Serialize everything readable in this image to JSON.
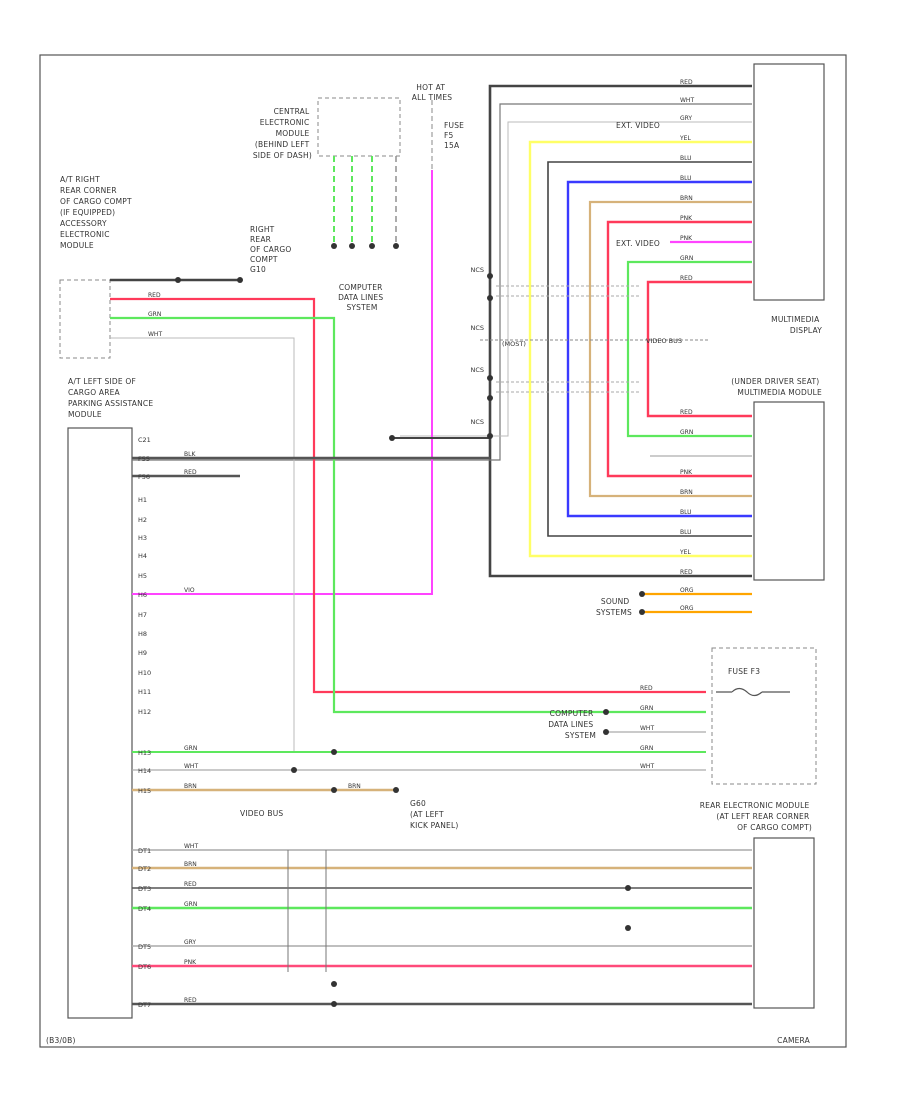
{
  "frame": {
    "footer_left": "(B3/0B)",
    "footer_right": "CAMERA"
  },
  "modules": {
    "accessory_module": [
      "A/T RIGHT",
      "REAR CORNER",
      "OF CARGO COMPT",
      "(IF EQUIPPED)",
      "ACCESSORY",
      "ELECTRONIC",
      "MODULE"
    ],
    "central_module": [
      "CENTRAL",
      "ELECTRONIC",
      "MODULE",
      "(BEHIND LEFT",
      "SIDE OF DASH)"
    ],
    "hot_at": [
      "HOT AT",
      "ALL TIMES"
    ],
    "fuse_top": [
      "FUSE",
      "F5",
      "15A"
    ],
    "right_rear": [
      "RIGHT",
      "REAR",
      "OF CARGO",
      "COMPT",
      "G10"
    ],
    "cdl_top": [
      "COMPUTER",
      "DATA LINES",
      "SYSTEM"
    ],
    "parking_module": [
      "A/T LEFT SIDE OF",
      "CARGO AREA",
      "PARKING ASSISTANCE",
      "MODULE"
    ],
    "multimedia_display": [
      "MULTIMEDIA",
      "DISPLAY"
    ],
    "multimedia_module": [
      "(UNDER DRIVER SEAT)",
      "MULTIMEDIA MODULE"
    ],
    "sound_systems": [
      "SOUND",
      "SYSTEMS"
    ],
    "fuse_f3": "FUSE F3",
    "cdl_bottom": [
      "COMPUTER",
      "DATA LINES",
      "SYSTEM"
    ],
    "ground": [
      "G60",
      "(AT LEFT",
      "KICK PANEL)"
    ],
    "rear_module": [
      "REAR ELECTRONIC MODULE",
      "(AT LEFT REAR CORNER",
      "OF CARGO COMPT)"
    ],
    "video_bus": "VIDEO BUS",
    "bus_mid": "VIDEO BUS"
  },
  "ncs": {
    "n1": "NCS",
    "n2": "NCS",
    "n3": "NCS",
    "n4": "NCS",
    "bus": "(MOST)"
  },
  "ext_labels": {
    "a": "EXT. VIDEO",
    "b": "EXT. VIDEO"
  },
  "pins_left": {
    "p01": "C21",
    "p02": "F55",
    "p03": "F56",
    "p04": "H1",
    "p05": "H2",
    "p06": "H3",
    "p07": "H4",
    "p08": "H5",
    "p09": "H6",
    "p10": "H7",
    "p11": "H8",
    "p12": "H9",
    "p13": "H10",
    "p14": "H11",
    "p15": "H12",
    "p16": "H13",
    "p17": "H14",
    "p18": "H15"
  },
  "pins_bottom_left": {
    "b1": "DT1",
    "b2": "DT2",
    "b3": "DT3",
    "b4": "DT4",
    "b5": "DT5",
    "b6": "DT6",
    "b7": "DT7"
  },
  "wires_left": {
    "w1": "RED",
    "w2": "GRN",
    "w3": "WHT",
    "w4": "BLK",
    "w5": "RED",
    "w6": "VIO",
    "w7": "GRN",
    "w8": "WHT",
    "w9": "BRN",
    "w10": "BRN"
  },
  "wires_bottom": {
    "c1": "WHT",
    "c2": "BRN",
    "c3": "RED",
    "c4": "GRN",
    "c5": "GRY",
    "c6": "PNK",
    "c7": "RED"
  },
  "wires_right_top": {
    "r1": "RED",
    "r2": "WHT",
    "r3": "GRY",
    "r4": "YEL",
    "r5": "BLU",
    "r6": "BLU",
    "r7": "BRN",
    "r8": "PNK",
    "r9": "PNK",
    "r10": "GRN",
    "r11": "RED"
  },
  "wires_right_mid": {
    "m1": "RED",
    "m2": "GRN",
    "m3": "PNK",
    "m4": "BRN",
    "m5": "BLU",
    "m6": "BLU",
    "m7": "YEL",
    "m8": "RED",
    "m9": "ORG",
    "m10": "ORG"
  },
  "wires_right_bottom": {
    "f1": "RED",
    "f2": "GRN",
    "f3": "WHT",
    "f4": "GRN",
    "f5": "WHT"
  },
  "colors": {
    "red": "#ff3a5a",
    "green": "#5de85d",
    "blue": "#3a3aff",
    "yellow": "#ffff55",
    "violet": "#ff44ff",
    "brown": "#c8a56a",
    "orange": "#ffa500",
    "black": "#333333",
    "gray": "#aaaaaa"
  }
}
